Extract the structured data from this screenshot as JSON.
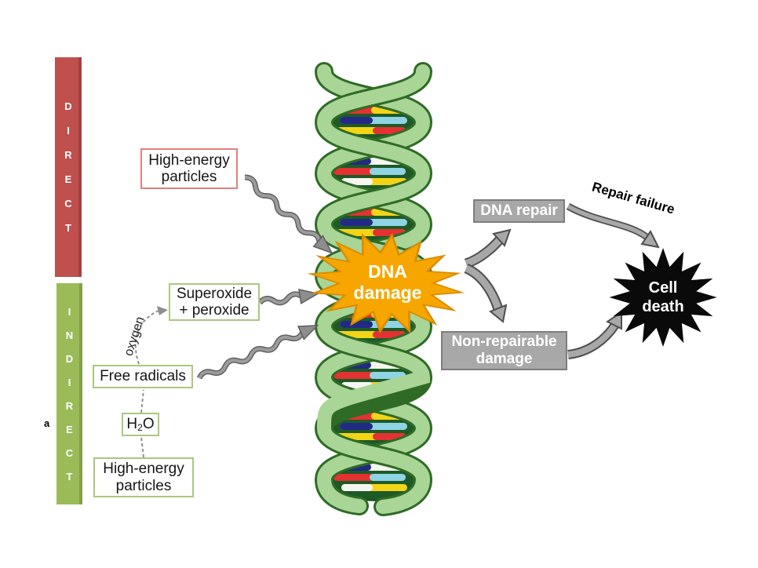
{
  "panel_label": "a",
  "bars": {
    "direct": {
      "label": "DIRECT",
      "letters": [
        "D",
        "I",
        "R",
        "E",
        "C",
        "T"
      ],
      "color": "#c0504d"
    },
    "indirect": {
      "label": "INDIRECT",
      "letters": [
        "I",
        "N",
        "D",
        "I",
        "R",
        "E",
        "C",
        "T"
      ],
      "color": "#9bbb59"
    }
  },
  "boxes": {
    "high_energy_top": {
      "line1": "High-energy",
      "line2": "particles"
    },
    "superoxide": {
      "line1": "Superoxide",
      "line2": "+ peroxide"
    },
    "free_radicals": {
      "label": "Free radicals"
    },
    "water": {
      "pre": "H",
      "sub": "2",
      "post": "O"
    },
    "high_energy_bottom": {
      "line1": "High-energy",
      "line2": "particles"
    },
    "dna_repair": {
      "label": "DNA repair"
    },
    "non_repairable": {
      "line1": "Non-repairable",
      "line2": "damage"
    }
  },
  "labels": {
    "oxygen": "oxygen",
    "repair_failure": "Repair failure"
  },
  "stars": {
    "dna_damage": {
      "line1": "DNA",
      "line2": "damage",
      "fill": "#f7a600"
    },
    "cell_death": {
      "line1": "Cell",
      "line2": "death",
      "fill": "#0a0a0a"
    }
  },
  "colors": {
    "direct_bar": "#c0504d",
    "indirect_bar": "#9bbb59",
    "gray_boxes": "#a8a8a8",
    "green_box_border": "#abc77e",
    "red_box_border": "#e57f7f",
    "helix_ribbon": "#a9d596",
    "helix_dark": "#1d5a26",
    "arrow_gray": "#a8a8a8"
  }
}
